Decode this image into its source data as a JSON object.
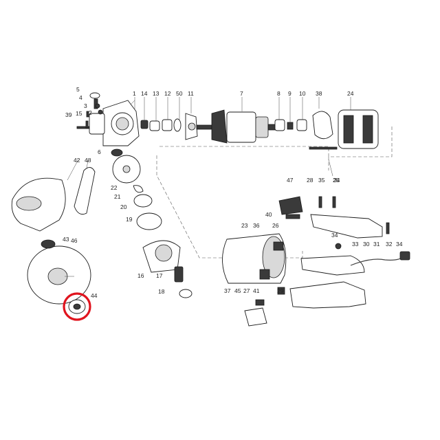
{
  "diagram": {
    "labels": {
      "p1": "1",
      "p2": "2",
      "p3": "3",
      "p4": "4",
      "p5": "5",
      "p6": "6",
      "p7": "7",
      "p8": "8",
      "p9": "9",
      "p10": "10",
      "p11": "11",
      "p12": "12",
      "p13": "13",
      "p14": "14",
      "p15": "15",
      "p16": "16",
      "p17": "17",
      "p18": "18",
      "p19": "19",
      "p20": "20",
      "p21": "21",
      "p22": "22",
      "p23": "23",
      "p24": "24",
      "p25": "25",
      "p26": "26",
      "p27": "27",
      "p28": "28",
      "p29": "29",
      "p30": "30",
      "p31": "31",
      "p32": "32",
      "p33": "33",
      "p34a": "34",
      "p34b": "34",
      "p35": "35",
      "p36": "36",
      "p37": "37",
      "p38": "38",
      "p39": "39",
      "p40": "40",
      "p41": "41",
      "p42": "42",
      "p43": "43",
      "p44": "44",
      "p45": "45",
      "p46": "46",
      "p47": "47",
      "p48": "48",
      "p50": "50"
    },
    "highlight_color": "#e0141e"
  }
}
